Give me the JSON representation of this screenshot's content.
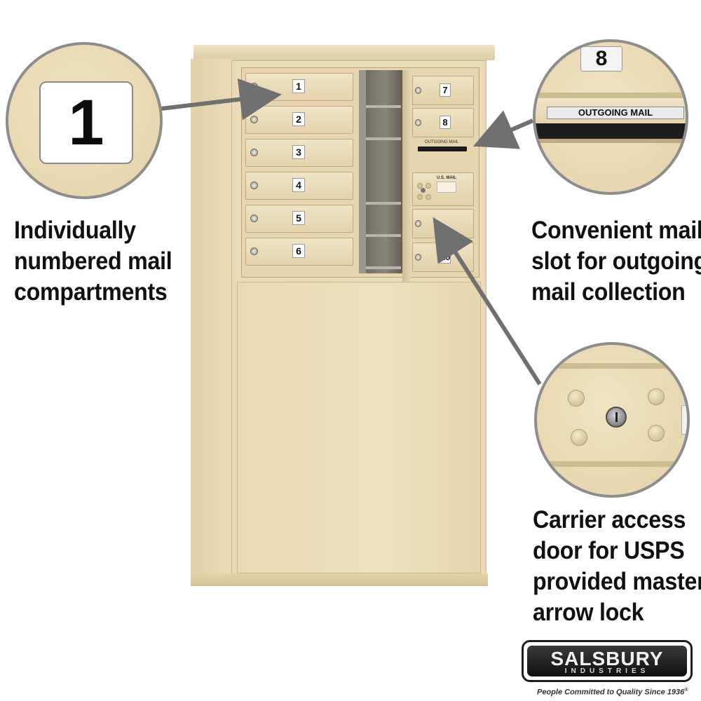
{
  "captions": {
    "left": [
      "Individually",
      "numbered mail",
      "compartments"
    ],
    "right_top": [
      "Convenient mail",
      "slot for outgoing",
      "mail collection"
    ],
    "right_bottom": [
      "Carrier access",
      "door for USPS",
      "provided master",
      "arrow lock"
    ]
  },
  "zoom_number_tile": "1",
  "zoom_slot": {
    "tile": "8",
    "label": "OUTGOING MAIL"
  },
  "left_doors": [
    "1",
    "2",
    "3",
    "4",
    "5",
    "6"
  ],
  "right_doors": [
    "7",
    "8"
  ],
  "right_lower_doors": [
    "",
    "10"
  ],
  "outgoing_slot_label": "OUTGOING MAIL",
  "usps_label": "U.S. MAIL",
  "logo": {
    "name": "SALSBURY",
    "sub": "INDUSTRIES",
    "tagline": "People Committed to Quality Since 1936",
    "trademark": "®"
  },
  "colors": {
    "cabinet": "#eadbb8",
    "text": "#111111",
    "arrow": "#707070",
    "circle_border": "#8d8d8d"
  }
}
